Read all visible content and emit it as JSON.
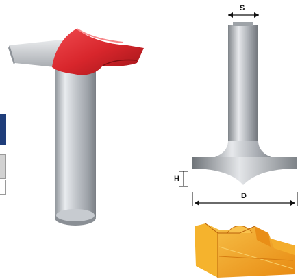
{
  "diagram": {
    "dimension_labels": {
      "shank": "S",
      "height": "H",
      "diameter": "D"
    }
  },
  "colors": {
    "cutter_red": "#d8262c",
    "shank_gray": "#b8bcc2",
    "profile_orange": "#f2a21d",
    "thumbnail_blue": "#1f3d7a"
  }
}
